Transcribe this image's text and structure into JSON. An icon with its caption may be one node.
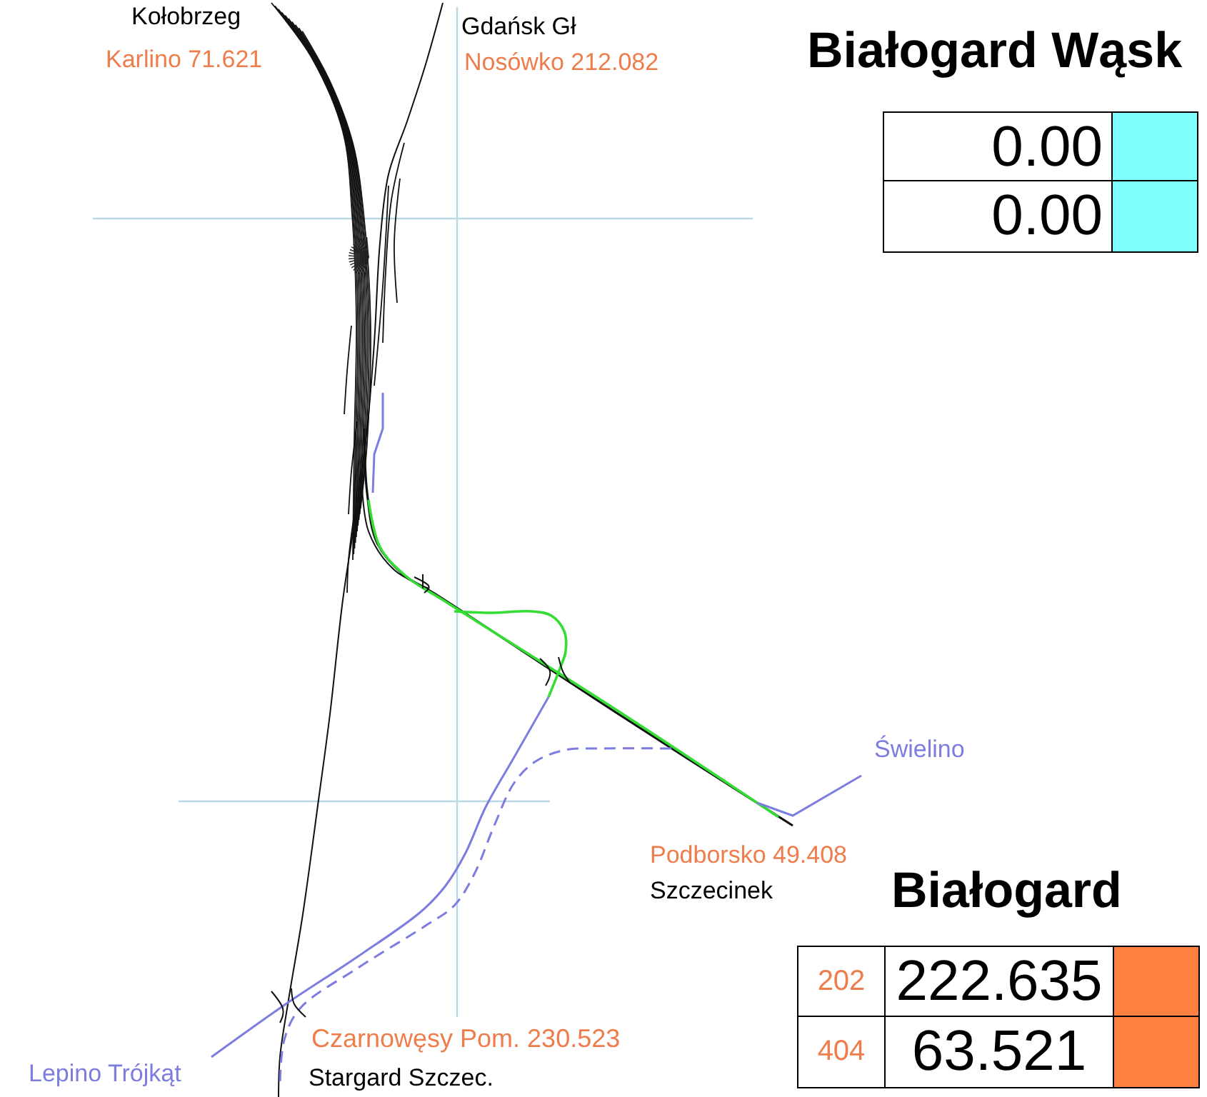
{
  "diagram": {
    "labels": [
      "Kołobrzeg",
      "Gdańsk Gł",
      "Białogard Wąsk",
      "Karlino 71.621",
      "Nosówko 212.082",
      "0.00",
      "0.00",
      "Świelino",
      "Podborsko 49.408",
      "Szczecinek",
      "Białogard",
      "202",
      "222.635",
      "404",
      "63.521",
      "Czarnowęsy Pom. 230.523",
      "Lepino Trójkąt",
      "Stargard Szczec."
    ]
  }
}
